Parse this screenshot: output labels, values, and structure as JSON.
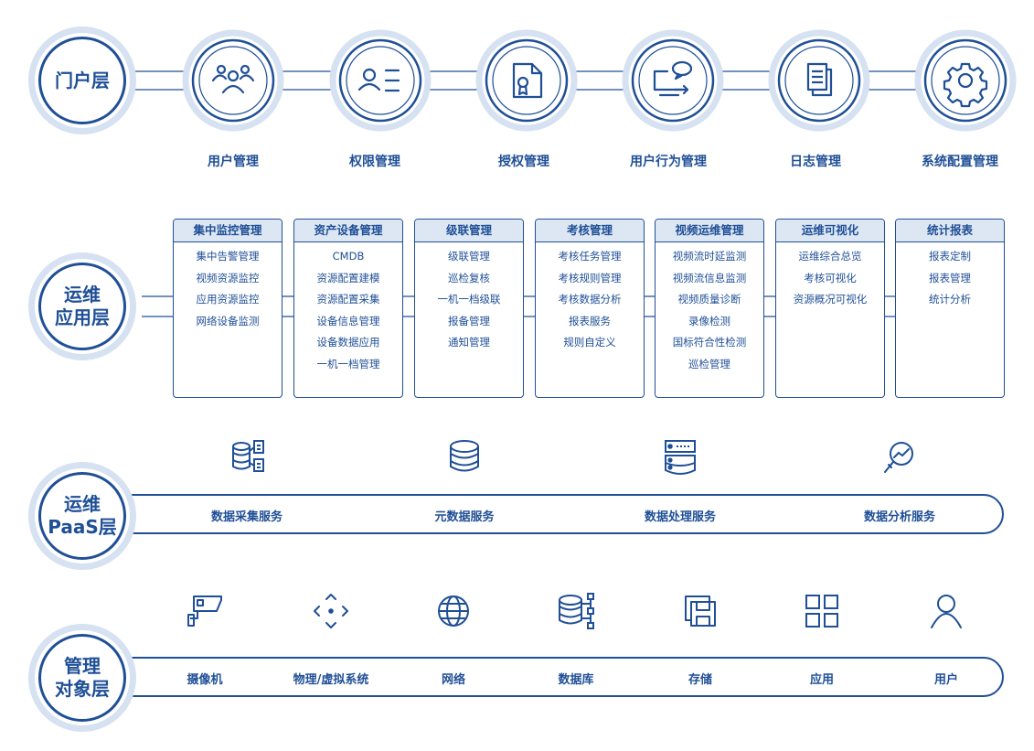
{
  "colors": {
    "primary": "#1f4f96",
    "light": "#d6e2f1",
    "header_fill": "#dde7f4"
  },
  "portal": {
    "layer_label": "门户层",
    "items": [
      {
        "label": "用户管理",
        "icon": "users-group-icon"
      },
      {
        "label": "权限管理",
        "icon": "user-list-icon"
      },
      {
        "label": "授权管理",
        "icon": "certificate-icon"
      },
      {
        "label": "用户行为管理",
        "icon": "screen-chat-icon"
      },
      {
        "label": "日志管理",
        "icon": "documents-icon"
      },
      {
        "label": "系统配置管理",
        "icon": "gear-icon"
      }
    ]
  },
  "ops_app": {
    "layer_label_line1": "运维",
    "layer_label_line2": "应用层",
    "modules": [
      {
        "title": "集中监控管理",
        "items": [
          "集中告警管理",
          "视频资源监控",
          "应用资源监控",
          "网络设备监测"
        ]
      },
      {
        "title": "资产设备管理",
        "items": [
          "CMDB",
          "资源配置建模",
          "资源配置采集",
          "设备信息管理",
          "设备数据应用",
          "一机一档管理"
        ]
      },
      {
        "title": "级联管理",
        "items": [
          "级联管理",
          "巡检复核",
          "一机一档级联",
          "报备管理",
          "通知管理"
        ]
      },
      {
        "title": "考核管理",
        "items": [
          "考核任务管理",
          "考核规则管理",
          "考核数据分析",
          "报表服务",
          "规则自定义"
        ]
      },
      {
        "title": "视频运维管理",
        "items": [
          "视频流时延监测",
          "视频流信息监测",
          "视频质量诊断",
          "录像检测",
          "国标符合性检测",
          "巡检管理"
        ]
      },
      {
        "title": "运维可视化",
        "items": [
          "运维综合总览",
          "考核可视化",
          "资源概况可视化"
        ]
      },
      {
        "title": "统计报表",
        "items": [
          "报表定制",
          "报表管理",
          "统计分析"
        ]
      }
    ]
  },
  "paas": {
    "layer_label_line1": "运维",
    "layer_label_line2": "PaaS层",
    "services": [
      {
        "label": "数据采集服务",
        "icon": "database-files-icon"
      },
      {
        "label": "元数据服务",
        "icon": "database-icon"
      },
      {
        "label": "数据处理服务",
        "icon": "server-database-icon"
      },
      {
        "label": "数据分析服务",
        "icon": "magnifier-chart-icon"
      }
    ]
  },
  "objects": {
    "layer_label_line1": "管理",
    "layer_label_line2": "对象层",
    "items": [
      {
        "label": "摄像机",
        "icon": "camera-icon"
      },
      {
        "label": "物理/虚拟系统",
        "icon": "diamond-arrows-icon"
      },
      {
        "label": "网络",
        "icon": "globe-icon"
      },
      {
        "label": "数据库",
        "icon": "database-nodes-icon"
      },
      {
        "label": "存储",
        "icon": "storage-icon"
      },
      {
        "label": "应用",
        "icon": "apps-grid-icon"
      },
      {
        "label": "用户",
        "icon": "user-icon"
      }
    ]
  }
}
